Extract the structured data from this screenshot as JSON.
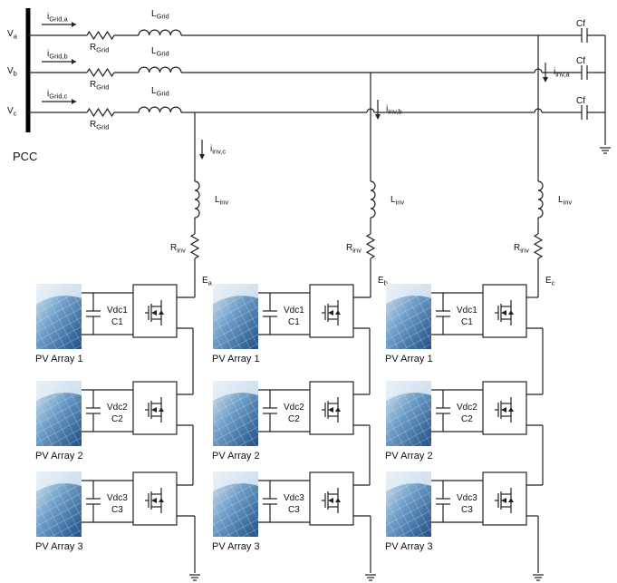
{
  "pcc": "PCC",
  "phase_voltages": [
    {
      "main": "V",
      "sub": "a"
    },
    {
      "main": "V",
      "sub": "b"
    },
    {
      "main": "V",
      "sub": "c"
    }
  ],
  "grid_currents": [
    {
      "main": "i",
      "sub": "Grid,a"
    },
    {
      "main": "i",
      "sub": "Grid,b"
    },
    {
      "main": "i",
      "sub": "Grid,c"
    }
  ],
  "grid_resistor": {
    "main": "R",
    "sub": "Grid"
  },
  "grid_inductor": {
    "main": "L",
    "sub": "Grid"
  },
  "filter_capacitor": "Cf",
  "inverter_currents": [
    {
      "main": "i",
      "sub": "inv,c"
    },
    {
      "main": "i",
      "sub": "inv,b"
    },
    {
      "main": "i",
      "sub": "inv,a"
    }
  ],
  "inverter_inductor": {
    "main": "L",
    "sub": "inv"
  },
  "inverter_resistor": {
    "main": "R",
    "sub": "inv"
  },
  "inverter_voltages": [
    {
      "main": "E",
      "sub": "a"
    },
    {
      "main": "E",
      "sub": "b"
    },
    {
      "main": "E",
      "sub": "c"
    }
  ],
  "modules": [
    {
      "pv": "PV Array 1",
      "vdc": "Vdc1",
      "cap": "C1"
    },
    {
      "pv": "PV Array 2",
      "vdc": "Vdc2",
      "cap": "C2"
    },
    {
      "pv": "PV Array 3",
      "vdc": "Vdc3",
      "cap": "C3"
    }
  ]
}
